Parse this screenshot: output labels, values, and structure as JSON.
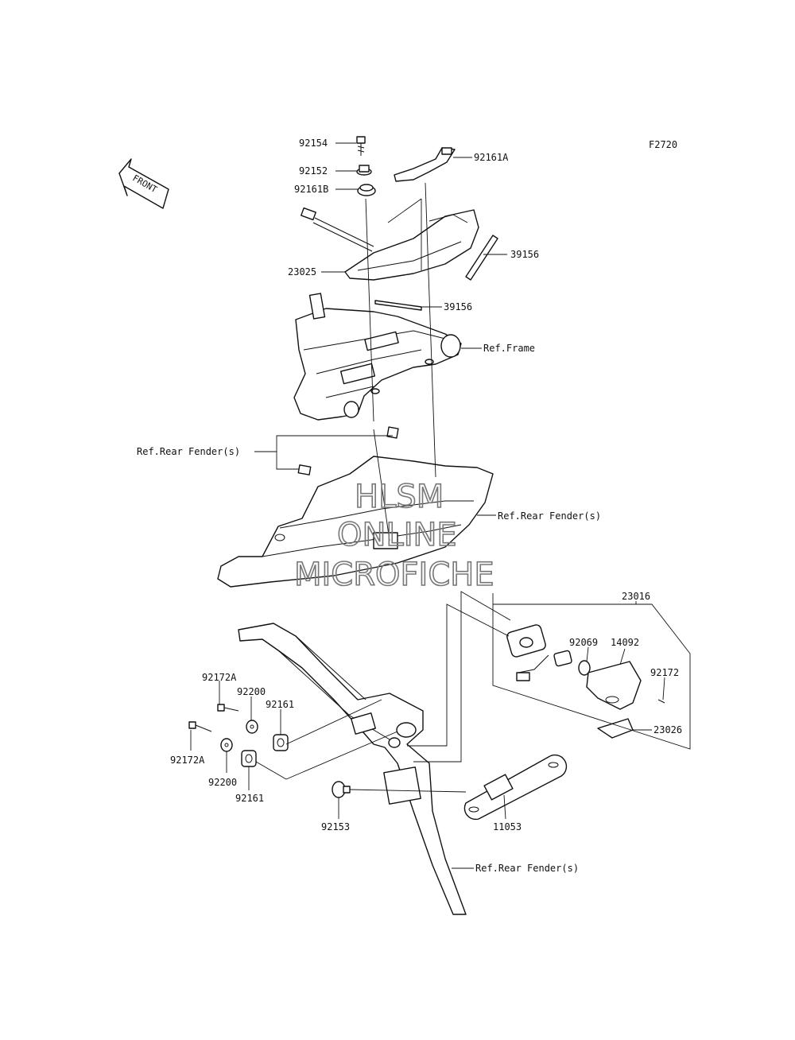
{
  "figure_code": "F2720",
  "front_label": "FRONT",
  "watermark": [
    "HLSM",
    "ONLINE",
    "MICROFICHE"
  ],
  "labels": {
    "p92154": "92154",
    "p92152": "92152",
    "p92161B": "92161B",
    "p92161A": "92161A",
    "p39156a": "39156",
    "p23025": "23025",
    "p39156b": "39156",
    "ref_frame": "Ref.Frame",
    "ref_rear_fender_1": "Ref.Rear Fender(s)",
    "ref_rear_fender_2": "Ref.Rear Fender(s)",
    "ref_rear_fender_3": "Ref.Rear Fender(s)",
    "p23016": "23016",
    "p92069": "92069",
    "p14092": "14092",
    "p92172": "92172",
    "p23026": "23026",
    "p92172A_1": "92172A",
    "p92200_1": "92200",
    "p92161_1": "92161",
    "p92172A_2": "92172A",
    "p92200_2": "92200",
    "p92161_2": "92161",
    "p92153": "92153",
    "p11053": "11053"
  }
}
